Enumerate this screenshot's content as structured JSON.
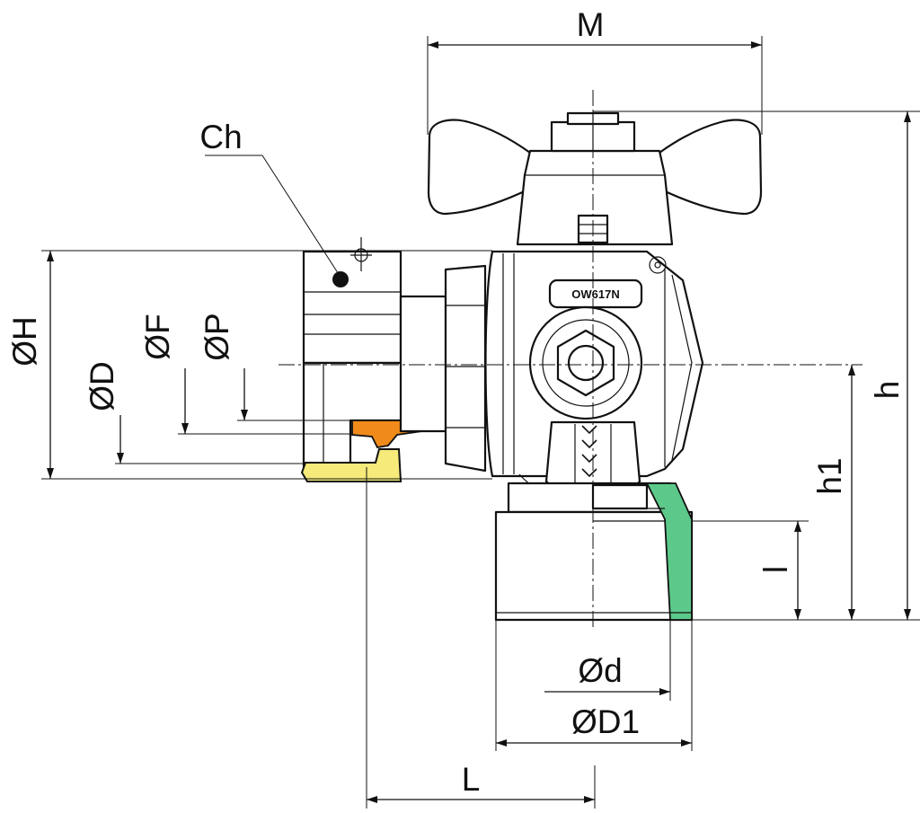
{
  "labels": {
    "M": "M",
    "Ch": "Ch",
    "OH": "ØH",
    "OF": "ØF",
    "OP": "ØP",
    "OD": "ØD",
    "h": "h",
    "h1": "h1",
    "l": "l",
    "Od": "Ød",
    "OD1": "ØD1",
    "L": "L"
  },
  "marking": "OW617N",
  "colors": {
    "line": "#111111",
    "background": "#ffffff",
    "gasket_yellow": "#f5ea7a",
    "seal_orange": "#f08a1a",
    "thread_green": "#5cc98a"
  }
}
